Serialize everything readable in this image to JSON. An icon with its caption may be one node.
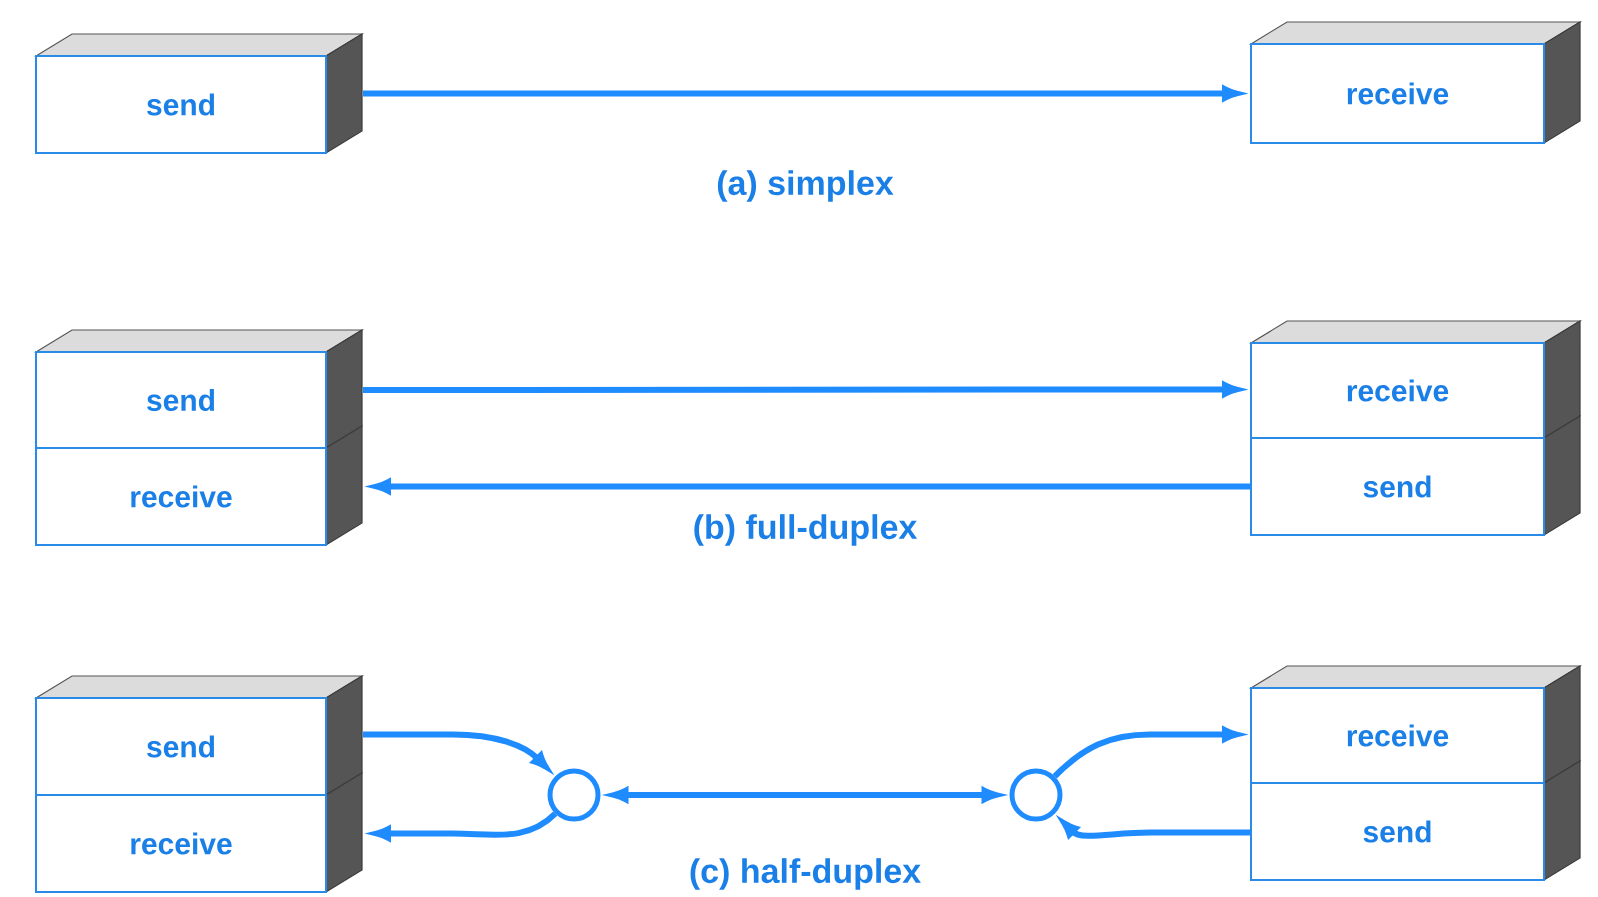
{
  "diagram": {
    "nodes": [
      {
        "text": [
          "send"
        ]
      },
      {
        "text": [
          "receive"
        ]
      },
      {
        "text": [
          "send"
        ]
      },
      {
        "text": [
          "receive"
        ]
      },
      {
        "text": [
          "receive"
        ]
      },
      {
        "text": [
          "send"
        ]
      },
      {
        "text": [
          "send"
        ]
      },
      {
        "text": [
          "receive"
        ]
      },
      {
        "text": [],
        "shape": "circle"
      },
      {
        "text": [],
        "shape": "circle"
      },
      {
        "text": [
          "receive"
        ]
      },
      {
        "text": [
          "send"
        ]
      }
    ],
    "edges": [
      {
        "from": 0,
        "to": 1,
        "arrow": "to"
      },
      {
        "from": 2,
        "to": 4,
        "arrow": "to"
      },
      {
        "from": 5,
        "to": 3,
        "arrow": "to"
      },
      {
        "from": 6,
        "to": 8,
        "arrow": "to"
      },
      {
        "from": 8,
        "to": 7,
        "arrow": "to"
      },
      {
        "from": 8,
        "to": 9,
        "arrow": "both"
      },
      {
        "from": 9,
        "to": 10,
        "arrow": "to"
      },
      {
        "from": 11,
        "to": 9,
        "arrow": "to"
      }
    ],
    "labels": [
      "(a)  simplex",
      "(b)  full-duplex",
      "(c)  half-duplex"
    ]
  }
}
